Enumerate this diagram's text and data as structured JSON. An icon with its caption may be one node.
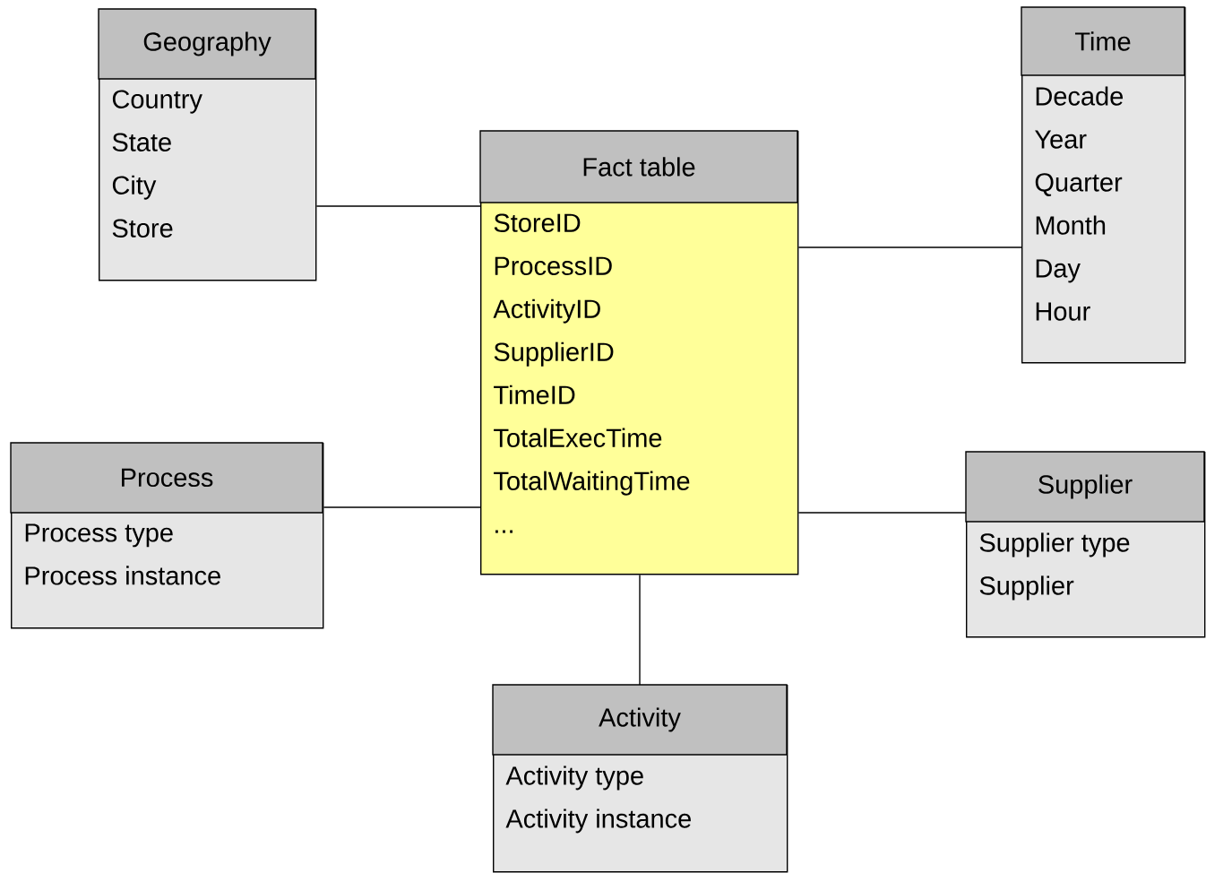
{
  "diagram": {
    "nodes": [
      {
        "text": [
          "Geography",
          "Country",
          "State",
          "City",
          "Store"
        ]
      },
      {
        "text": [
          "Time",
          "Decade",
          "Year",
          "Quarter",
          "Month",
          "Day",
          "Hour"
        ]
      },
      {
        "text": [
          "Fact table",
          "StoreID",
          "ProcessID",
          "ActivityID",
          "SupplierID",
          "TimeID",
          "TotalExecTime",
          "TotalWaitingTime",
          "..."
        ]
      },
      {
        "text": [
          "Process",
          "Process type",
          "Process instance"
        ]
      },
      {
        "text": [
          "Supplier",
          "Supplier type",
          "Supplier"
        ]
      },
      {
        "text": [
          "Activity",
          "Activity type",
          "Activity instance"
        ]
      }
    ],
    "edges": [
      {
        "from": 0,
        "to": 2,
        "arrow": "none"
      },
      {
        "from": 2,
        "to": 1,
        "arrow": "none"
      },
      {
        "from": 3,
        "to": 2,
        "arrow": "none"
      },
      {
        "from": 2,
        "to": 4,
        "arrow": "none"
      },
      {
        "from": 2,
        "to": 5,
        "arrow": "none"
      }
    ]
  }
}
